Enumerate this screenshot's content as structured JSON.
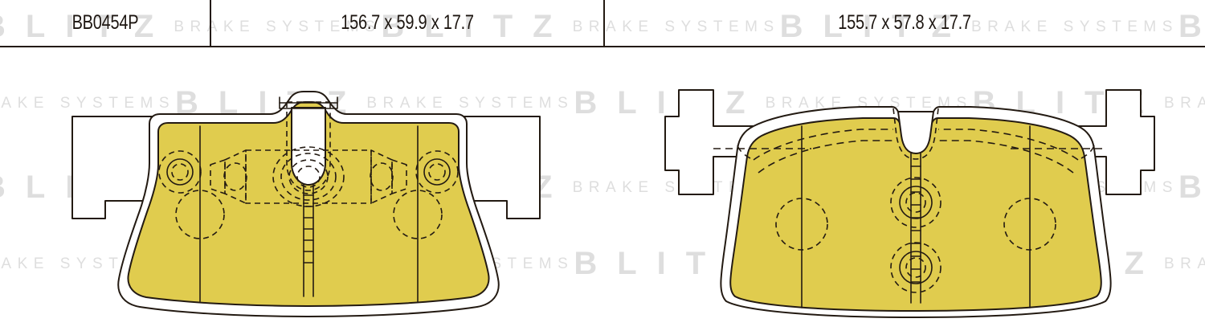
{
  "header": {
    "columns": [
      {
        "name": "part-code",
        "value": "BB0454P"
      },
      {
        "name": "dimensions-left",
        "value": "156.7 x 59.9 x 17.7"
      },
      {
        "name": "dimensions-right",
        "value": "155.7 x 57.8 x 17.7"
      }
    ]
  },
  "watermark": {
    "brand": "BLITZ",
    "tagline": "BRAKE SYSTEMS",
    "color": "#dedede"
  },
  "drawing": {
    "title": "brake-pad-pair-technical-drawing",
    "colors": {
      "friction_fill": "#E0CC4E",
      "backing_fill": "#ffffff",
      "outline": "#231a12",
      "page_background": "#ffffff"
    },
    "pads": [
      {
        "name": "left-brake-pad",
        "part_code": "BB0454P",
        "dimensions": "156.7 x 59.9 x 17.7",
        "features": [
          "wear-sensor-slot",
          "central-vertical-slot",
          "two-pairs-of-dashed-circles",
          "dashed-backing-plate-detail",
          "left-mounting-ear",
          "right-mounting-ear"
        ]
      },
      {
        "name": "right-brake-pad",
        "dimensions": "155.7 x 57.8 x 17.7",
        "features": [
          "top-center-notch",
          "central-vertical-slot",
          "two-concentric-circle-groups",
          "dashed-chamfer-lines",
          "left-mounting-ear",
          "right-mounting-ear"
        ]
      }
    ]
  }
}
